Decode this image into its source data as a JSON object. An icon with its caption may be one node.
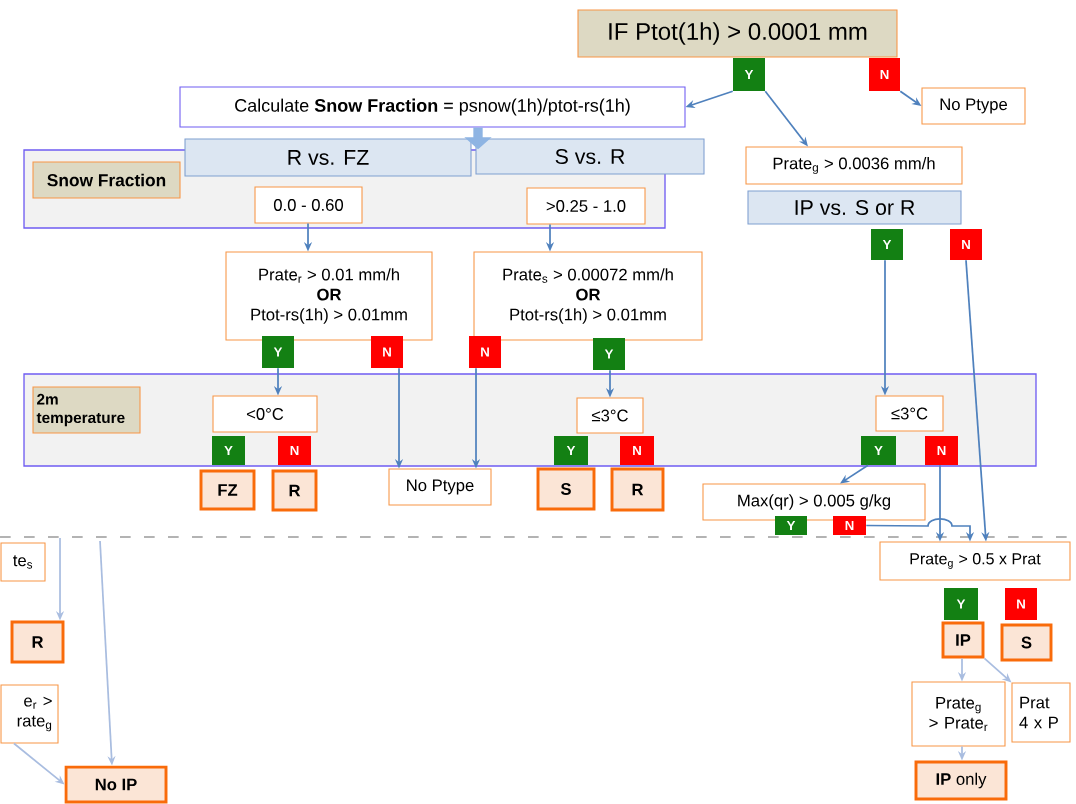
{
  "diagram": {
    "nodes": [
      {
        "text": [
          "IF Ptot(1h) > 0.0001 mm"
        ]
      },
      {
        "text": [
          "Y"
        ]
      },
      {
        "text": [
          "N"
        ]
      },
      {
        "text": [
          "Calculate **Snow Fraction** = psnow(1h)/ptot-rs(1h)"
        ]
      },
      {
        "text": [
          "No Ptype"
        ]
      },
      {
        "text": [],
        "shape": "band"
      },
      {
        "text": [
          "Snow Fraction"
        ],
        "in": 5
      },
      {
        "text": [
          "R vs. FZ"
        ]
      },
      {
        "text": [
          "S vs. R"
        ]
      },
      {
        "text": [
          "0.0 - 0.60"
        ],
        "in": 5
      },
      {
        "text": [
          ">0.25 - 1.0"
        ],
        "in": 5
      },
      {
        "text": [
          "Prate$_{r}$ > 0.01 mm/h",
          "OR",
          "Ptot-rs(1h) > 0.01mm"
        ]
      },
      {
        "text": [
          "Prate$_{s}$ > 0.00072 mm/h",
          "OR",
          "Ptot-rs(1h) > 0.01mm"
        ]
      },
      {
        "text": [
          "Prate$_{g}$ > 0.0036 mm/h"
        ]
      },
      {
        "text": [
          "IP vs. S or R"
        ]
      },
      {
        "text": [
          "Y"
        ]
      },
      {
        "text": [
          "N"
        ]
      },
      {
        "text": [
          "N"
        ]
      },
      {
        "text": [
          "Y"
        ]
      },
      {
        "text": [
          "Y"
        ]
      },
      {
        "text": [
          "N"
        ]
      },
      {
        "text": [],
        "shape": "band"
      },
      {
        "text": [
          "2m temperature"
        ],
        "in": 21
      },
      {
        "text": [
          "<0°C"
        ],
        "in": 21
      },
      {
        "text": [
          "≤3°C"
        ],
        "in": 21
      },
      {
        "text": [
          "≤3°C"
        ],
        "in": 21
      },
      {
        "text": [
          "Y"
        ],
        "in": 21
      },
      {
        "text": [
          "N"
        ],
        "in": 21
      },
      {
        "text": [
          "Y"
        ],
        "in": 21
      },
      {
        "text": [
          "N"
        ],
        "in": 21
      },
      {
        "text": [
          "Y"
        ],
        "in": 21
      },
      {
        "text": [
          "N"
        ],
        "in": 21
      },
      {
        "text": [
          "FZ"
        ]
      },
      {
        "text": [
          "R"
        ]
      },
      {
        "text": [
          "No Ptype"
        ]
      },
      {
        "text": [
          "S"
        ]
      },
      {
        "text": [
          "R"
        ]
      },
      {
        "text": [
          "Max(qr) > 0.005 g/kg"
        ]
      },
      {
        "text": [
          "Y"
        ]
      },
      {
        "text": [
          "N"
        ]
      },
      {
        "text": [
          "te$_{s}$"
        ]
      },
      {
        "text": [
          "R"
        ]
      },
      {
        "text": [
          "e$_{r}$ > rate$_{g}$"
        ]
      },
      {
        "text": [
          "No IP"
        ]
      },
      {
        "text": [
          "Prate$_{g}$ > 0.5 x Prat"
        ]
      },
      {
        "text": [
          "Y"
        ]
      },
      {
        "text": [
          "N"
        ]
      },
      {
        "text": [
          "IP"
        ]
      },
      {
        "text": [
          "S"
        ]
      },
      {
        "text": [
          "Prate$_{g}$ > Prate$_{r}$"
        ]
      },
      {
        "text": [
          "Prat 4 x P"
        ]
      },
      {
        "text": [
          "**IP** only"
        ]
      }
    ],
    "edges": [
      {
        "from": 1,
        "to": 3,
        "arrow": "to"
      },
      {
        "from": 1,
        "to": 13,
        "arrow": "to"
      },
      {
        "from": 2,
        "to": 4,
        "arrow": "to"
      },
      {
        "from": 3,
        "to": 5,
        "arrow": "to",
        "style": "thick",
        "color": "#8eb4e3"
      },
      {
        "from": 9,
        "to": 11,
        "arrow": "to"
      },
      {
        "from": 10,
        "to": 12,
        "arrow": "to"
      },
      {
        "from": 15,
        "to": 23,
        "arrow": "to"
      },
      {
        "from": 16,
        "to": 34,
        "arrow": "to"
      },
      {
        "from": 17,
        "to": 34,
        "arrow": "to"
      },
      {
        "from": 18,
        "to": 24,
        "arrow": "to"
      },
      {
        "from": 19,
        "to": 25,
        "arrow": "to"
      },
      {
        "from": 20,
        "to": 44,
        "arrow": "to"
      },
      {
        "from": 31,
        "to": 44,
        "arrow": "to"
      },
      {
        "from": 39,
        "to": 44,
        "arrow": "to"
      },
      {
        "from": 30,
        "to": 37,
        "arrow": "to"
      },
      {
        "from": null,
        "to": 41,
        "arrow": "to",
        "color": "#a9bde0"
      },
      {
        "from": null,
        "to": 43,
        "arrow": "to",
        "color": "#a9bde0"
      },
      {
        "from": 42,
        "to": 43,
        "arrow": "to",
        "color": "#a9bde0"
      },
      {
        "from": 47,
        "to": 49,
        "arrow": "to",
        "color": "#a9bde0"
      },
      {
        "from": 47,
        "to": 50,
        "arrow": "to",
        "color": "#a9bde0"
      },
      {
        "from": 49,
        "to": 51,
        "arrow": "to",
        "color": "#a9bde0"
      }
    ]
  }
}
